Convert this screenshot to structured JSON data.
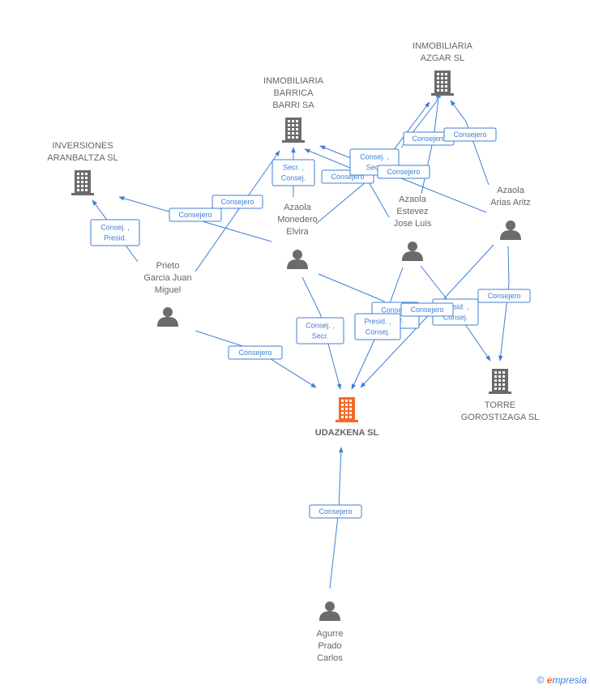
{
  "nodes": [
    {
      "id": "inmob_azgar",
      "type": "company",
      "lines": [
        "INMOBILIARIA",
        "AZGAR SL"
      ],
      "color": "#6b6b6b"
    },
    {
      "id": "inmob_barrica",
      "type": "company",
      "lines": [
        "INMOBILIARIA",
        "BARRICA",
        "BARRI SA"
      ],
      "color": "#6b6b6b"
    },
    {
      "id": "inversiones",
      "type": "company",
      "lines": [
        "INVERSIONES",
        "ARANBALTZA SL"
      ],
      "color": "#6b6b6b"
    },
    {
      "id": "udazkena",
      "type": "company",
      "lines": [
        "UDAZKENA SL"
      ],
      "color": "#f26b2c",
      "focus": true
    },
    {
      "id": "torre",
      "type": "company",
      "lines": [
        "TORRE",
        "GOROSTIZAGA SL"
      ],
      "color": "#6b6b6b"
    },
    {
      "id": "azaola_aritz",
      "type": "person",
      "lines": [
        "Azaola",
        "Arias Aritz"
      ],
      "color": "#6b6b6b"
    },
    {
      "id": "azaola_elvira",
      "type": "person",
      "lines": [
        "Azaola",
        "Monedero",
        "Elvira"
      ],
      "color": "#6b6b6b"
    },
    {
      "id": "azaola_jose",
      "type": "person",
      "lines": [
        "Azaola",
        "Estevez",
        "Jose Luis"
      ],
      "color": "#6b6b6b"
    },
    {
      "id": "prieto",
      "type": "person",
      "lines": [
        "Prieto",
        "Garcia Juan",
        "Miguel"
      ],
      "color": "#6b6b6b"
    },
    {
      "id": "agurre",
      "type": "person",
      "lines": [
        "Agurre",
        "Prado",
        "Carlos"
      ],
      "color": "#6b6b6b"
    }
  ],
  "edges": [
    {
      "id": "e1",
      "lines": [
        "Consej. ,",
        "Presid."
      ]
    },
    {
      "id": "e2",
      "lines": [
        "Consejero"
      ]
    },
    {
      "id": "e3",
      "lines": [
        "Consejero"
      ]
    },
    {
      "id": "e4",
      "lines": [
        "Consejero"
      ]
    },
    {
      "id": "e5",
      "lines": [
        "Secr. ,",
        "Consej."
      ]
    },
    {
      "id": "e6",
      "lines": [
        "Consej. ,",
        "Secr."
      ]
    },
    {
      "id": "e7",
      "lines": [
        "Consejero"
      ]
    },
    {
      "id": "e8",
      "lines": [
        "Consejero"
      ]
    },
    {
      "id": "e9",
      "lines": [
        "Consejero"
      ]
    },
    {
      "id": "e10",
      "lines": [
        "Consejero"
      ]
    },
    {
      "id": "e11",
      "lines": [
        "Consej. ,",
        "Secr."
      ]
    },
    {
      "id": "e12",
      "lines": [
        "Consejero"
      ]
    },
    {
      "id": "e13",
      "lines": [
        "Consej. ,",
        "Secr."
      ]
    },
    {
      "id": "e14",
      "lines": [
        "Presid. ,",
        "Consej."
      ]
    },
    {
      "id": "e15",
      "lines": [
        "Presid. ,",
        "Consej."
      ]
    },
    {
      "id": "e16",
      "lines": [
        "Consejero"
      ]
    },
    {
      "id": "e17",
      "lines": [
        "Consejero"
      ]
    },
    {
      "id": "e18",
      "lines": [
        "Consejero"
      ]
    }
  ],
  "footer": {
    "copyright": "©",
    "brand_e": "e",
    "brand_rest": "mpresia"
  }
}
